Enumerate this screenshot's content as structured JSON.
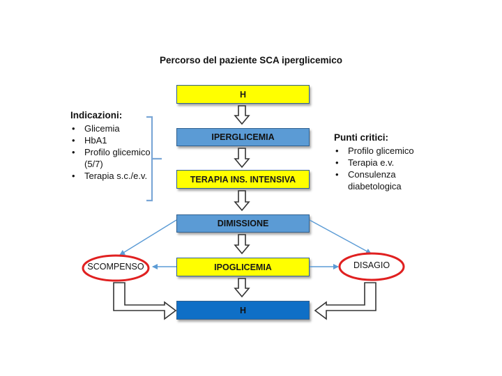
{
  "title": "Percorso del paziente SCA iperglicemico",
  "flow": [
    {
      "label": "H",
      "color": "yellow"
    },
    {
      "label": "IPERGLICEMIA",
      "color": "blue"
    },
    {
      "label": "TERAPIA INS. INTENSIVA",
      "color": "yellow"
    },
    {
      "label": "DIMISSIONE",
      "color": "blue"
    },
    {
      "label": "IPOGLICEMIA",
      "color": "yellow"
    },
    {
      "label": "H",
      "color": "darkblue"
    }
  ],
  "indicazioni": {
    "header": "Indicazioni:",
    "items": [
      "Glicemia",
      "HbA1",
      "Profilo glicemico (5/7)",
      "Terapia s.c./e.v."
    ]
  },
  "punti_critici": {
    "header": "Punti critici:",
    "items": [
      "Profilo glicemico",
      "Terapia e.v.",
      "Consulenza diabetologica"
    ]
  },
  "left_outcome": "SCOMPENSO",
  "right_outcome": "DISAGIO",
  "colors": {
    "yellow": "#ffff00",
    "blue": "#5b9bd5",
    "darkblue": "#0f6fc6",
    "oval_border": "#e02020",
    "arrow_line": "#5b9bd5"
  }
}
